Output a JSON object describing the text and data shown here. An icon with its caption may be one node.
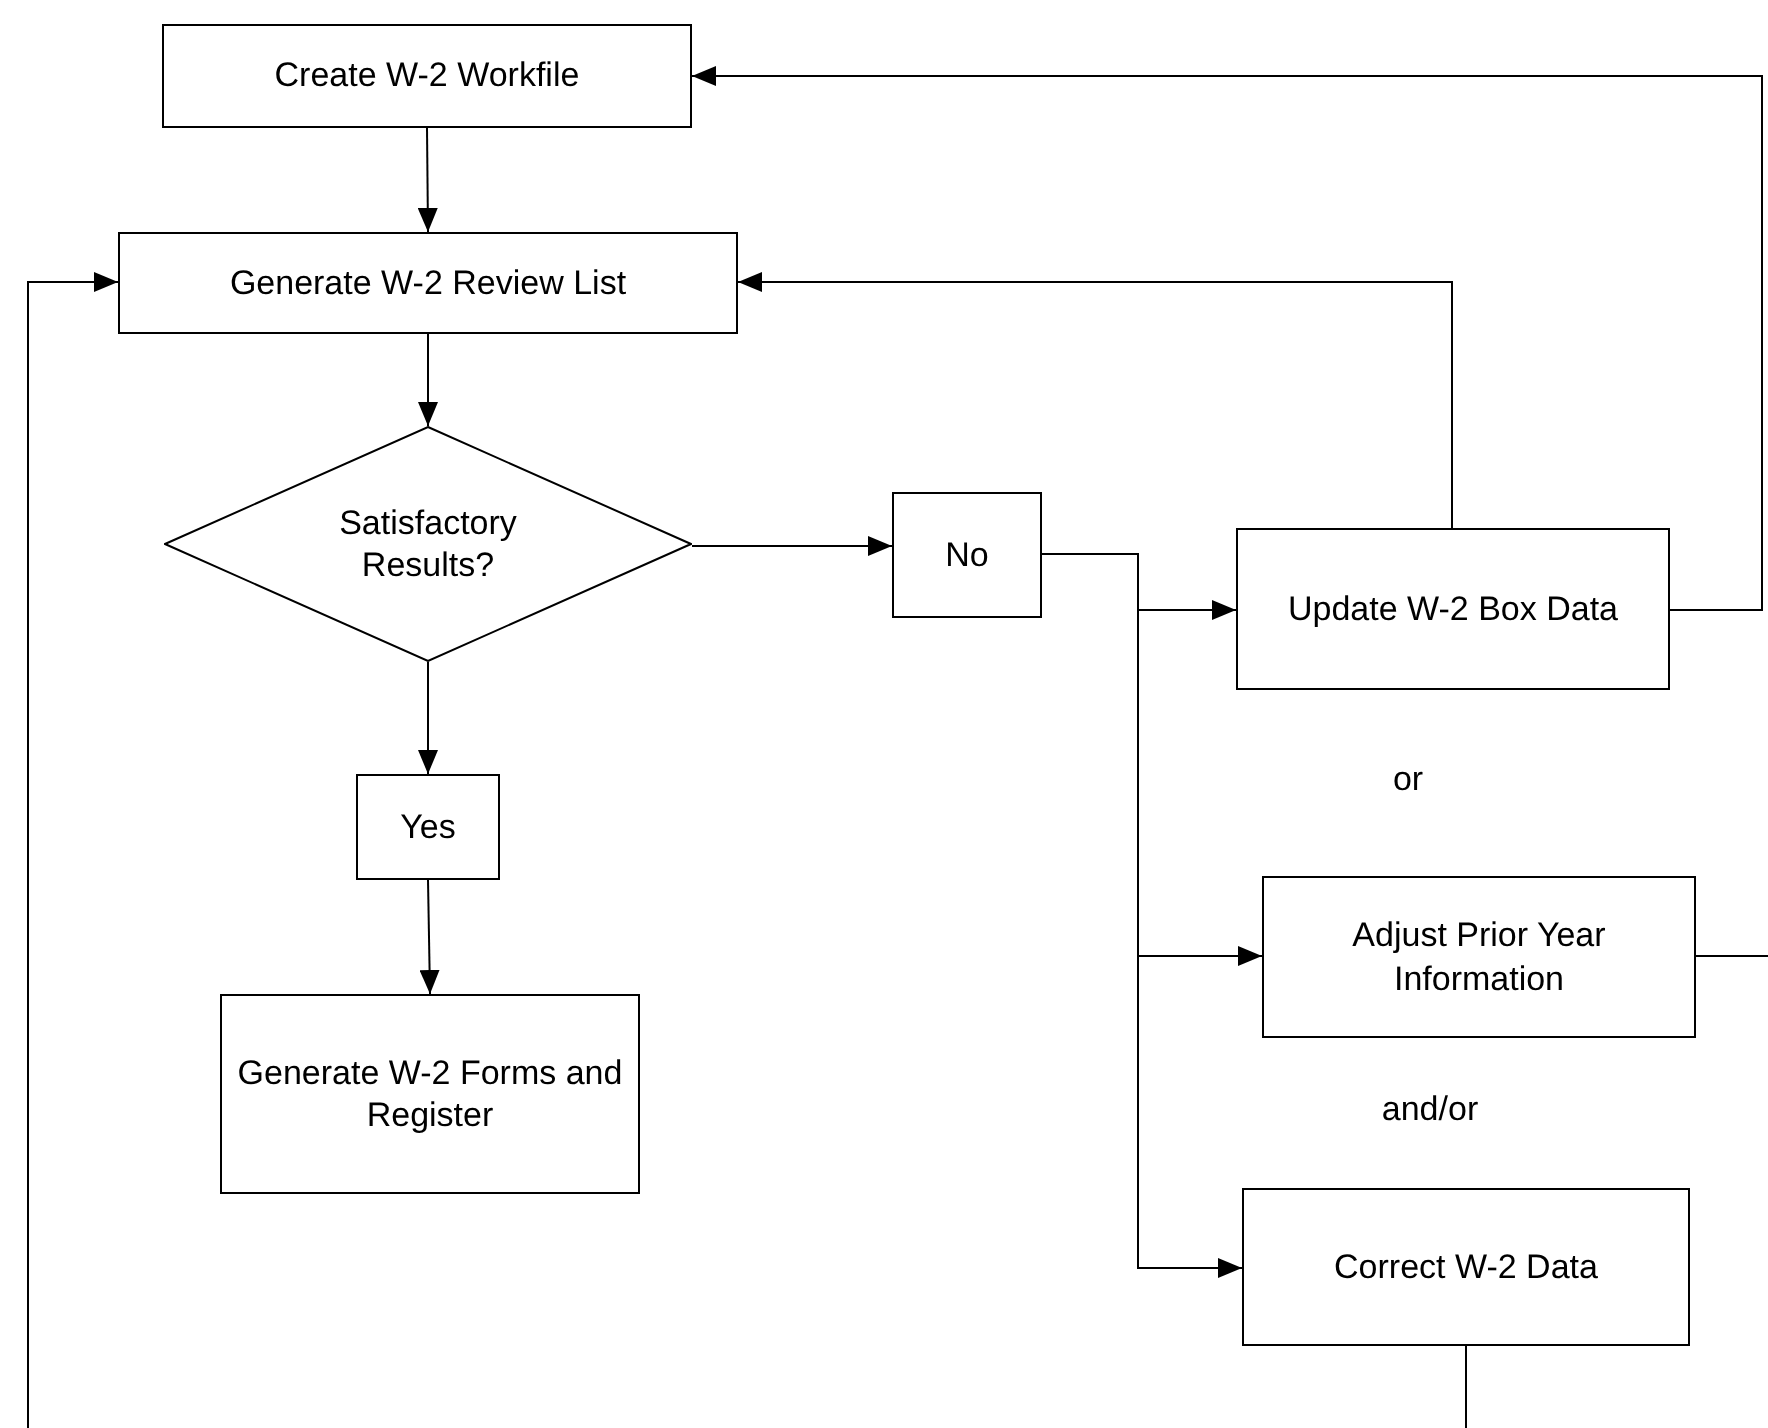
{
  "diagram": {
    "nodes": [
      {
        "text": [
          "Create W-2 Workfile"
        ]
      },
      {
        "text": [
          "Generate W-2 Review List"
        ]
      },
      {
        "text": [
          "Satisfactory Results?"
        ]
      },
      {
        "text": [
          "No"
        ]
      },
      {
        "text": [
          "Yes"
        ]
      },
      {
        "text": [
          "Generate W-2 Forms and Register"
        ]
      },
      {
        "text": [
          "Update W-2 Box Data"
        ]
      },
      {
        "text": [
          "Adjust Prior Year Information"
        ]
      },
      {
        "text": [
          "Correct W-2 Data"
        ]
      }
    ],
    "edges": [
      {
        "from": 0,
        "to": 1,
        "arrow": "to"
      },
      {
        "from": 1,
        "to": 2,
        "arrow": "to"
      },
      {
        "from": 2,
        "to": 3,
        "arrow": "to"
      },
      {
        "from": 2,
        "to": 4,
        "arrow": "to"
      },
      {
        "from": 4,
        "to": 5,
        "arrow": "to"
      },
      {
        "from": 3,
        "to": 6,
        "arrow": "to"
      },
      {
        "from": 3,
        "to": 7,
        "arrow": "to"
      },
      {
        "from": 3,
        "to": 8,
        "arrow": "to"
      },
      {
        "from": 6,
        "to": 1,
        "arrow": "to"
      },
      {
        "from": 6,
        "to": 0,
        "arrow": "to"
      },
      {
        "from": 7,
        "to": null,
        "arrow": "none"
      },
      {
        "from": 8,
        "to": null,
        "arrow": "none"
      },
      {
        "from": null,
        "to": 1,
        "arrow": "to"
      }
    ],
    "labels": [
      "or",
      "and/or"
    ]
  }
}
